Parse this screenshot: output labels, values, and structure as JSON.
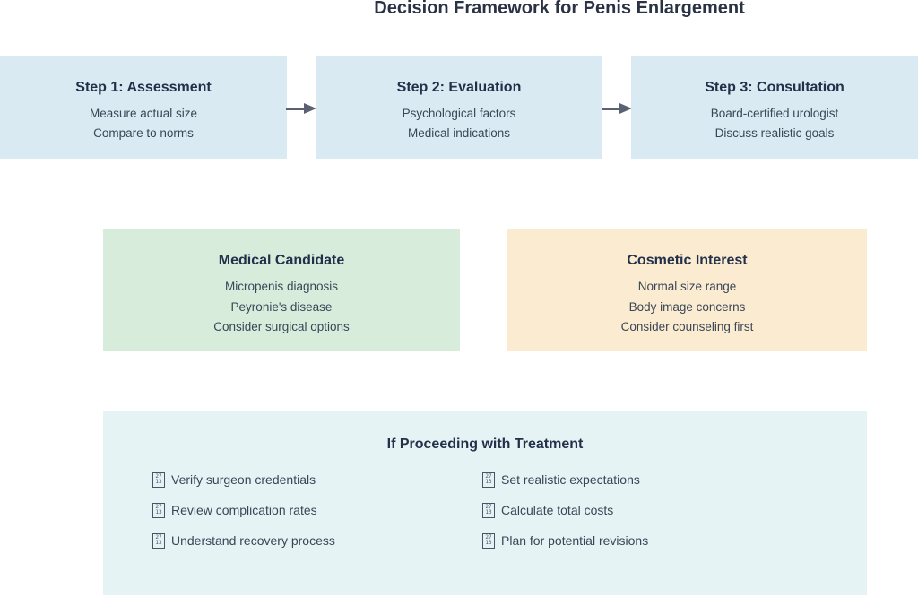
{
  "page": {
    "title": "Decision Framework for Penis Enlargement"
  },
  "colors": {
    "step_box_bg": "#d9eaf2",
    "medical_box_bg": "#d8ecdc",
    "cosmetic_box_bg": "#fbecd1",
    "treatment_box_bg": "#e6f3f5",
    "arrow": "#5a6172",
    "heading_text": "#23304a",
    "body_text": "#3a4656"
  },
  "steps": [
    {
      "title": "Step 1: Assessment",
      "lines": [
        "Measure actual size",
        "Compare to norms"
      ]
    },
    {
      "title": "Step 2: Evaluation",
      "lines": [
        "Psychological factors",
        "Medical indications"
      ]
    },
    {
      "title": "Step 3: Consultation",
      "lines": [
        "Board-certified urologist",
        "Discuss realistic goals"
      ]
    }
  ],
  "branches": [
    {
      "title": "Medical Candidate",
      "lines": [
        "Micropenis diagnosis",
        "Peyronie's disease",
        "Consider surgical options"
      ]
    },
    {
      "title": "Cosmetic Interest",
      "lines": [
        "Normal size range",
        "Body image concerns",
        "Consider counseling first"
      ]
    }
  ],
  "treatment": {
    "title": "If Proceeding with Treatment",
    "icon": {
      "name": "checkmark-missing-glyph",
      "hex_top": "27",
      "hex_bottom": "13"
    },
    "items_left": [
      "Verify surgeon credentials",
      "Review complication rates",
      "Understand recovery process"
    ],
    "items_right": [
      "Set realistic expectations",
      "Calculate total costs",
      "Plan for potential revisions"
    ]
  }
}
